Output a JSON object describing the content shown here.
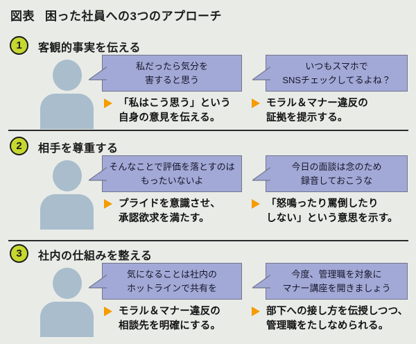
{
  "title": {
    "label": "図表",
    "text": "困った社員への3つのアプローチ"
  },
  "colors": {
    "background": "#e9ebe7",
    "bubble_fill": "#a3a9d6",
    "bubble_border": "#6f758c",
    "person_silhouette": "#a9bdcc",
    "number_circle": "#c6d82f",
    "arrow_marker": "#f59c00",
    "separator": "#2a2a2a",
    "text": "#1a1a1a"
  },
  "sections": [
    {
      "number": "1",
      "heading": "客観的事実を伝える",
      "left": {
        "bubble": "私だったら気分を\n害すると思う",
        "point": "「私はこう思う」という\n自身の意見を伝える。"
      },
      "right": {
        "bubble": "いつもスマホで\nSNSチェックしてるよね？",
        "point": "モラル＆マナー違反の\n証拠を提示する。"
      }
    },
    {
      "number": "2",
      "heading": "相手を尊重する",
      "left": {
        "bubble": "そんなことで評価を落とすのは\nもったいないよ",
        "point": "プライドを意識させ、\n承認欲求を満たす。"
      },
      "right": {
        "bubble": "今日の面談は念のため\n録音しておこうな",
        "point": "「怒鳴ったり罵倒したり\nしない」という意思を示す。"
      }
    },
    {
      "number": "3",
      "heading": "社内の仕組みを整える",
      "left": {
        "bubble": "気になることは社内の\nホットラインで共有を",
        "point": "モラル＆マナー違反の\n相談先を明確にする。"
      },
      "right": {
        "bubble": "今度、管理職を対象に\nマナー講座を開きましょう",
        "point": "部下への接し方を伝授しつつ、\n管理職をたしなめられる。"
      }
    }
  ]
}
